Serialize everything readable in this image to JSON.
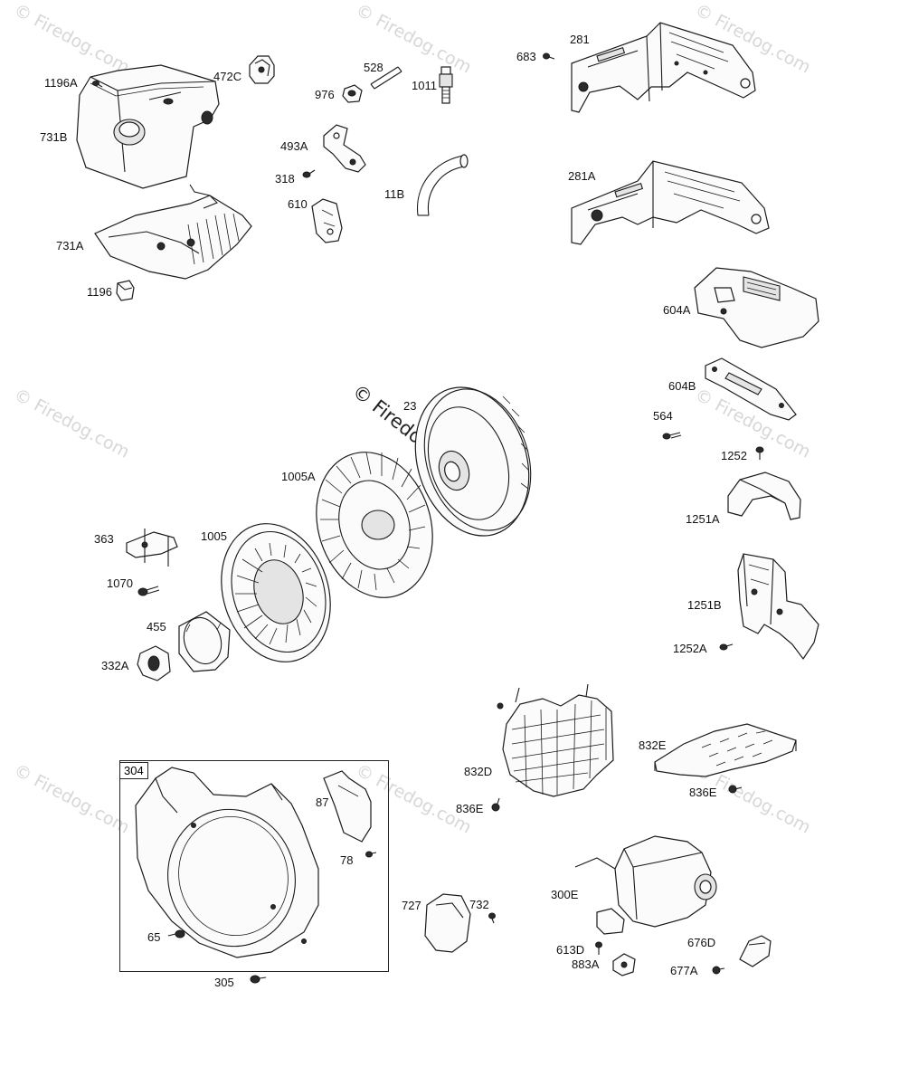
{
  "watermark": "© Firedog.com",
  "assembly_box": "304",
  "labels": {
    "p1196A": "1196A",
    "p731B": "731B",
    "p472C": "472C",
    "p731A": "731A",
    "p1196": "1196",
    "p528": "528",
    "p976": "976",
    "p1011": "1011",
    "p493A": "493A",
    "p318": "318",
    "p11B": "11B",
    "p610": "610",
    "p683": "683",
    "p281": "281",
    "p281A": "281A",
    "p604A": "604A",
    "p604B": "604B",
    "p564": "564",
    "p1252": "1252",
    "p1251A": "1251A",
    "p1251B": "1251B",
    "p1252A": "1252A",
    "p23": "23",
    "p1005A": "1005A",
    "p363": "363",
    "p1005": "1005",
    "p1070": "1070",
    "p455": "455",
    "p332A": "332A",
    "p832D": "832D",
    "p832E": "832E",
    "p836E_left": "836E",
    "p836E_right": "836E",
    "p87": "87",
    "p78": "78",
    "p65": "65",
    "p305": "305",
    "p727": "727",
    "p732": "732",
    "p300E": "300E",
    "p613D": "613D",
    "p883A": "883A",
    "p676D": "676D",
    "p677A": "677A"
  }
}
